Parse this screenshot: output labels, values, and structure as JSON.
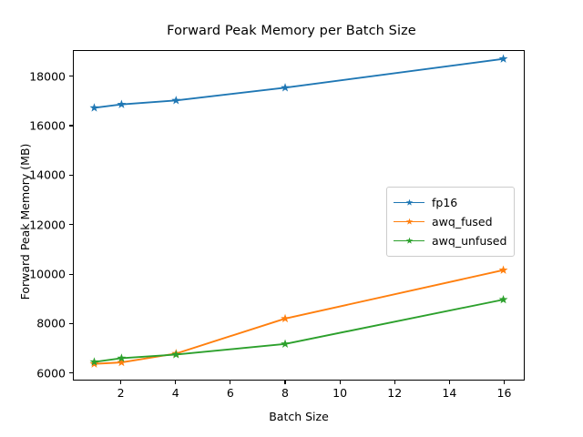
{
  "chart_data": {
    "type": "line",
    "title": "Forward Peak Memory per Batch Size",
    "xlabel": "Batch Size",
    "ylabel": "Forward Peak Memory (MB)",
    "x": [
      1,
      2,
      4,
      8,
      16
    ],
    "xlim": [
      0.25,
      16.75
    ],
    "ylim": [
      5700,
      19050
    ],
    "xticks": [
      2,
      4,
      6,
      8,
      10,
      12,
      14,
      16
    ],
    "yticks": [
      6000,
      8000,
      10000,
      12000,
      14000,
      16000,
      18000
    ],
    "grid": false,
    "legend_position": "center right",
    "marker": "star",
    "series": [
      {
        "name": "fp16",
        "color": "#1f77b4",
        "values": [
          16740,
          16880,
          17040,
          17560,
          18730
        ]
      },
      {
        "name": "awq_fused",
        "color": "#ff7f0e",
        "values": [
          6340,
          6400,
          6760,
          8180,
          10150
        ]
      },
      {
        "name": "awq_unfused",
        "color": "#2ca02c",
        "values": [
          6420,
          6570,
          6720,
          7150,
          8950
        ]
      }
    ]
  },
  "legend": {
    "entries": [
      {
        "label": "fp16"
      },
      {
        "label": "awq_fused"
      },
      {
        "label": "awq_unfused"
      }
    ]
  },
  "axis": {
    "ytick_labels": [
      "18000",
      "16000",
      "14000",
      "12000",
      "10000",
      "8000",
      "6000"
    ],
    "xtick_labels": [
      "2",
      "4",
      "6",
      "8",
      "10",
      "12",
      "14",
      "16"
    ]
  }
}
